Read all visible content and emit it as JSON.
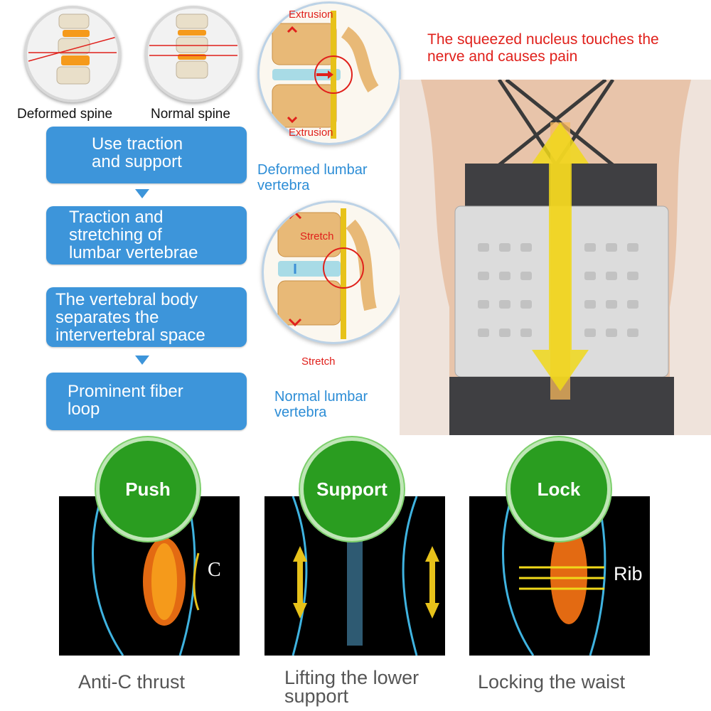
{
  "spine_compare": {
    "deformed_label": "Deformed spine",
    "normal_label": "Normal spine"
  },
  "steps": [
    {
      "lines": [
        "Use traction",
        "and support"
      ]
    },
    {
      "lines": [
        "Traction and",
        "stretching of",
        "lumbar vertebrae"
      ]
    },
    {
      "lines": [
        "The vertebral body",
        "separates the",
        "intervertebral space"
      ]
    },
    {
      "lines": [
        "Prominent fiber",
        "loop"
      ]
    }
  ],
  "deformed_vertebra": {
    "top_label": "Extrusion",
    "bottom_label": "Extrusion",
    "caption_line1": "Deformed lumbar",
    "caption_line2": "vertebra"
  },
  "normal_vertebra": {
    "top_label": "Stretch",
    "bottom_label": "Stretch",
    "caption_line1": "Normal lumbar",
    "caption_line2": "vertebra"
  },
  "pain_note": {
    "line1": "The squeezed nucleus touches the",
    "line2": "nerve and causes pain"
  },
  "modes": [
    {
      "badge": "Push",
      "overlay": "C",
      "caption_line1": "Anti-C thrust",
      "caption_line2": ""
    },
    {
      "badge": "Support",
      "overlay": "",
      "caption_line1": "Lifting the lower",
      "caption_line2": "support"
    },
    {
      "badge": "Lock",
      "overlay": "Rib",
      "caption_line1": "Locking the waist",
      "caption_line2": ""
    }
  ],
  "colors": {
    "step_blue": "#3d95da",
    "badge_green": "#2a9d20",
    "label_red": "#e0201b",
    "caption_blue": "#2c8dd6",
    "spine_orange": "#f59a1b"
  }
}
